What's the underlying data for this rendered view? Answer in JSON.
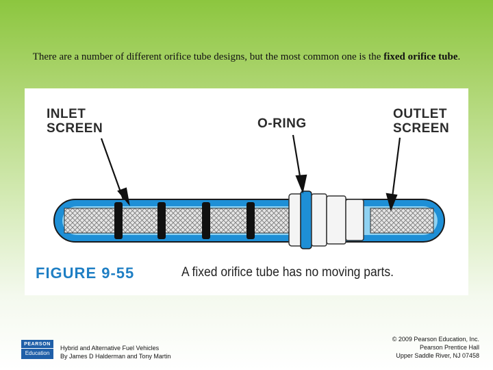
{
  "slide": {
    "intro_text": "There are a number of different orifice tube designs, but the most common one is the ",
    "intro_bold": "fixed orifice tube",
    "intro_end": "."
  },
  "figure": {
    "labels": {
      "inlet_line1": "INLET",
      "inlet_line2": "SCREEN",
      "oring": "O-RING",
      "outlet_line1": "OUTLET",
      "outlet_line2": "SCREEN"
    },
    "figure_number": "FIGURE 9-55",
    "caption": "A fixed orifice tube has no moving parts.",
    "colors": {
      "tube_blue": "#1e8fd6",
      "tube_light": "#8fd2f2",
      "caption_blue": "#1f7fc4"
    }
  },
  "footer": {
    "logo_top": "PEARSON",
    "logo_bottom": "Education",
    "book_title": "Hybrid and Alternative Fuel Vehicles",
    "authors": "By James D Halderman and Tony Martin",
    "copyright": "© 2009 Pearson Education, Inc.",
    "publisher": "Pearson Prentice Hall",
    "location": "Upper Saddle River, NJ 07458"
  }
}
